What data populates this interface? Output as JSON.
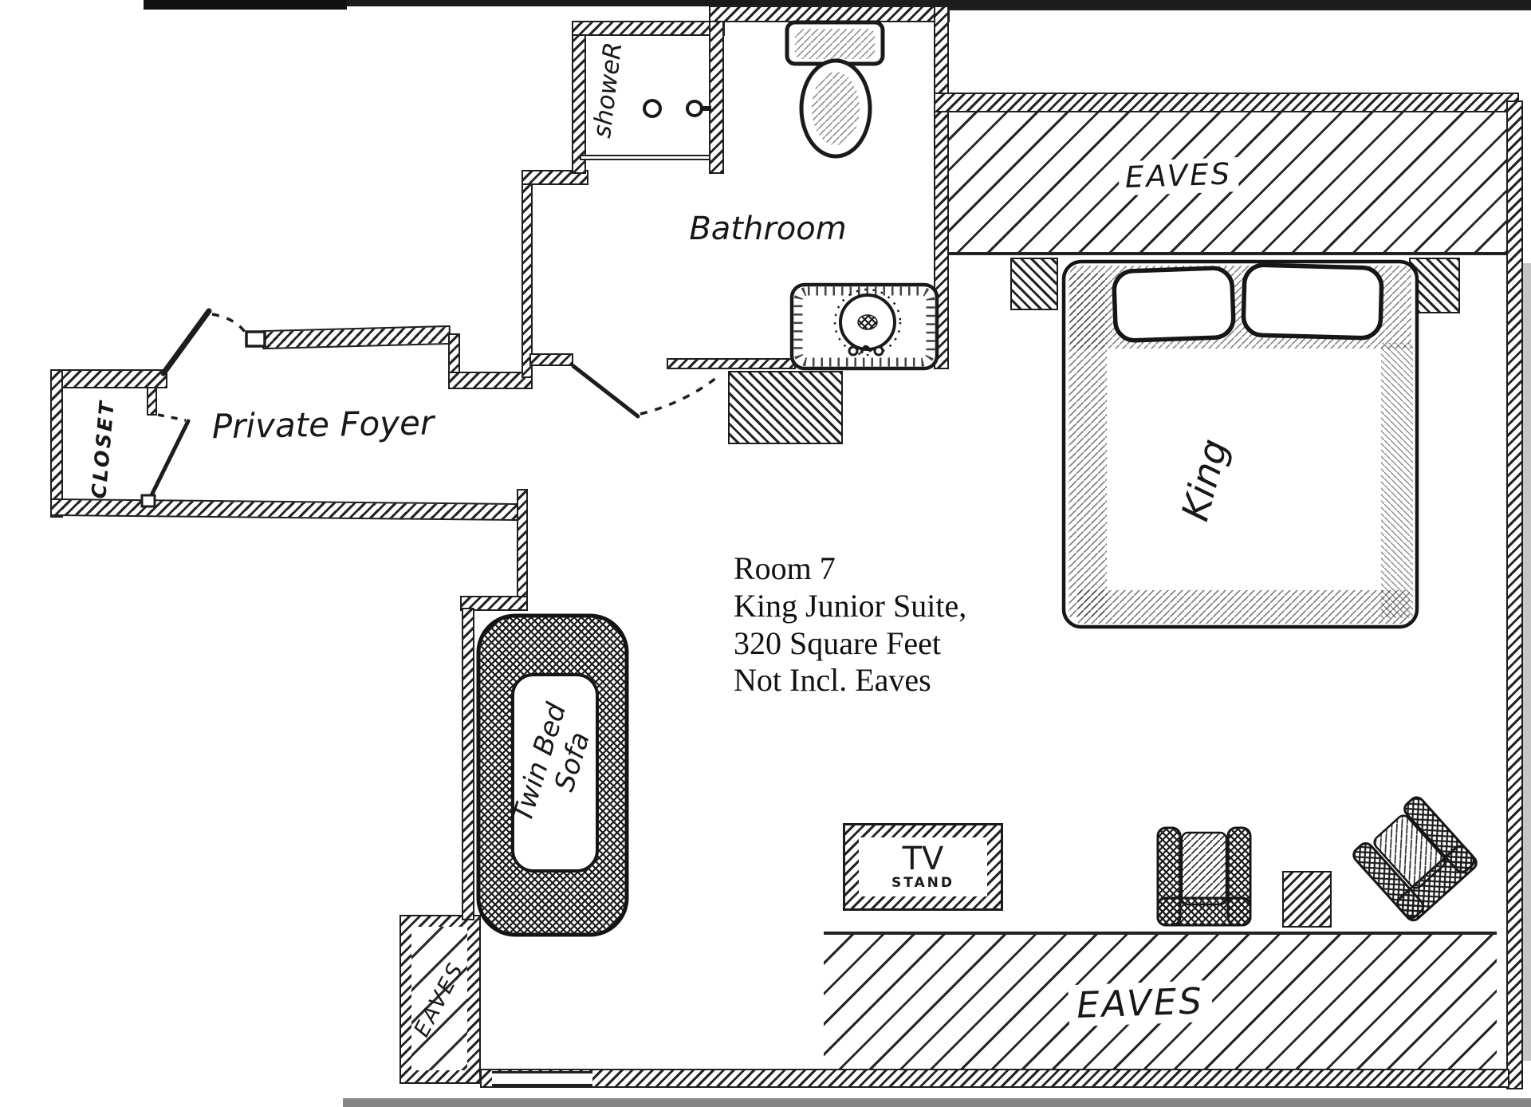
{
  "labels": {
    "shower": "showeR",
    "bathroom": "Bathroom",
    "private_foyer": "Private Foyer",
    "closet": "CLOSET",
    "king": "King",
    "sofa_line1": "Twin Bed",
    "sofa_line2": "Sofa",
    "tv_line1": "TV",
    "tv_line2": "STAND",
    "eaves_top": "EAVES",
    "eaves_bottom": "EAVES",
    "eaves_side": "EAVES"
  },
  "info_block": {
    "line1": "Room 7",
    "line2": "King Junior Suite,",
    "line3": "320 Square Feet",
    "line4": "Not Incl. Eaves"
  },
  "colors": {
    "ink": "#1c1c1c",
    "paper": "#ffffff"
  }
}
